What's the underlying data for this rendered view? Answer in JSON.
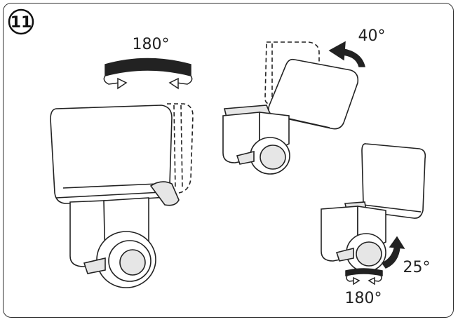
{
  "step_number": "11",
  "labels": {
    "rotation_main": "180°",
    "tilt_panel": "40°",
    "tilt_camera": "25°",
    "rotation_camera": "180°"
  },
  "colors": {
    "line": "#222222",
    "fill_light": "#ffffff",
    "fill_grey": "#e6e6e6"
  }
}
